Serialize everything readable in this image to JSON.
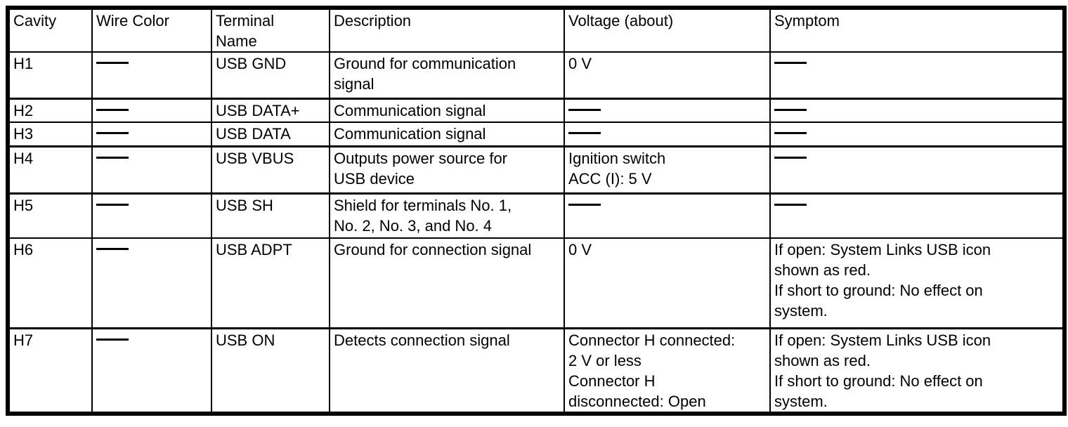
{
  "table": {
    "dash_symbol": "—",
    "colors": {
      "border": "#000000",
      "text": "#000000",
      "background": "#ffffff"
    },
    "headers": [
      "Cavity",
      "Wire Color",
      "Terminal\nName",
      "Description",
      "Voltage (about)",
      "Symptom"
    ],
    "rows": [
      {
        "cavity": "H1",
        "wire_color": "—",
        "terminal_name": "USB GND",
        "description": "Ground for communication\nsignal",
        "voltage": "0 V",
        "symptom": "—"
      },
      {
        "cavity": "H2",
        "wire_color": "—",
        "terminal_name": "USB DATA+",
        "description": "Communication signal",
        "voltage": "—",
        "symptom": "—"
      },
      {
        "cavity": "H3",
        "wire_color": "—",
        "terminal_name": "USB DATA",
        "description": "Communication signal",
        "voltage": "—",
        "symptom": "—"
      },
      {
        "cavity": "H4",
        "wire_color": "—",
        "terminal_name": "USB VBUS",
        "description": "Outputs power source for\nUSB device",
        "voltage": "Ignition switch\nACC (I): 5 V",
        "symptom": "—"
      },
      {
        "cavity": "H5",
        "wire_color": "—",
        "terminal_name": "USB SH",
        "description": "Shield for terminals No. 1,\nNo. 2, No. 3, and No. 4",
        "voltage": "—",
        "symptom": "—"
      },
      {
        "cavity": "H6",
        "wire_color": "—",
        "terminal_name": "USB ADPT",
        "description": "Ground for connection signal",
        "voltage": "0 V",
        "symptom": "If open: System Links USB icon\nshown as red.\nIf short to ground: No effect on\nsystem."
      },
      {
        "cavity": "H7",
        "wire_color": "—",
        "terminal_name": "USB ON",
        "description": "Detects connection signal",
        "voltage": "Connector H connected:\n2 V or less\nConnector H\ndisconnected: Open",
        "symptom": "If open: System Links USB icon\nshown as red.\nIf short to ground: No effect on\nsystem."
      }
    ]
  }
}
